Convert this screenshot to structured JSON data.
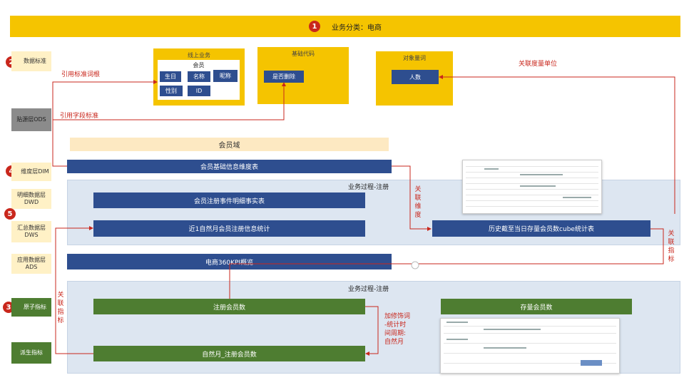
{
  "banner": {
    "badge": "1",
    "title": "业务分类：电商"
  },
  "badges": {
    "b2": "2",
    "b3": "3",
    "b4": "4",
    "b5": "5"
  },
  "layers": {
    "data_standard": "数据标准",
    "ods": "贴源层ODS",
    "dim": "维度层DIM",
    "dwd_line1": "明细数据层",
    "dwd_line2": "DWD",
    "dws_line1": "汇总数据层",
    "dws_line2": "DWS",
    "ads_line1": "应用数据层",
    "ads_line2": "ADS",
    "atomic": "原子指标",
    "derived": "派生指标"
  },
  "standards": {
    "online_title": "线上业务",
    "member_title": "会员",
    "birthday": "生日",
    "name": "名称",
    "nickname": "昵称",
    "gender": "性别",
    "id": "ID",
    "base_code_title": "基础代码",
    "is_deleted": "是否删除",
    "measure_title": "对象量词",
    "people": "人数"
  },
  "annotations": {
    "ref_root": "引用标准词根",
    "ref_field": "引用字段标准",
    "measure_unit": "关联度量单位",
    "dim_link_1": "关",
    "dim_link_2": "联",
    "dim_link_3": "维",
    "dim_link_4": "度",
    "metric_link_r1": "关",
    "metric_link_r2": "联",
    "metric_link_r3": "指",
    "metric_link_r4": "标",
    "metric_link_l1": "关",
    "metric_link_l2": "联",
    "metric_link_l3": "指",
    "metric_link_l4": "标",
    "modifier_1": "加修饰词",
    "modifier_2": "-统计时",
    "modifier_3": "间周期:",
    "modifier_4": "自然月"
  },
  "domain": "会员域",
  "tables": {
    "dim_member": "会员基础信息维度表",
    "process1": "业务过程-注册",
    "dwd_fact": "会员注册事件明细事实表",
    "dws_month": "近1自然月会员注册信息统计",
    "dws_cube": "历史截至当日存量会员数cube统计表",
    "ads": "电商360KPI概览",
    "process2": "业务过程-注册",
    "atomic_reg": "注册会员数",
    "atomic_stock": "存量会员数",
    "derived_month": "自然月_注册会员数"
  },
  "colors": {
    "yellow": "#f5c400",
    "blue": "#2e4e8f",
    "green": "#4e7d31",
    "red": "#c9271c",
    "panel": "#dde6f1"
  }
}
